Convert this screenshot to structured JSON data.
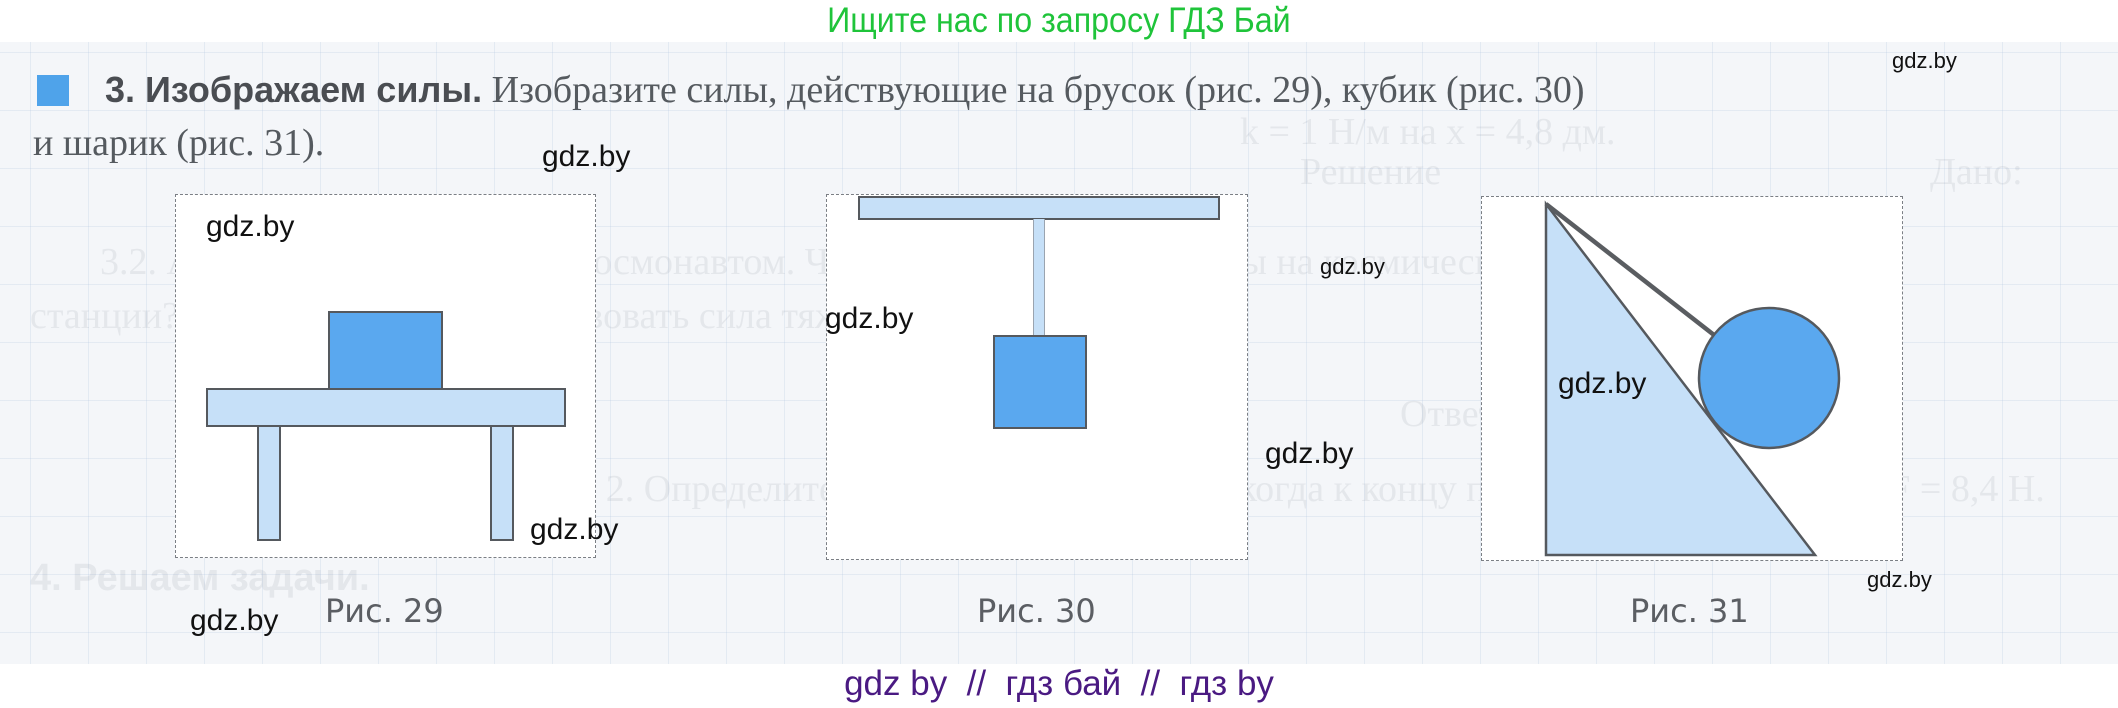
{
  "header": {
    "banner_text": "Ищите нас по запросу ГДЗ Бай",
    "banner_color": "#1fc43a"
  },
  "task": {
    "number_title": "3. Изображаем силы.",
    "text_line1": " Изобразите силы, действующие на брусок (рис. 29), кубик (рис. 30)",
    "text_line2": "и шарик (рис. 31).",
    "bullet_color": "#4fa3ea"
  },
  "figures": [
    {
      "id": "fig29",
      "caption": "Рис. 29",
      "description": "брусок на столе"
    },
    {
      "id": "fig30",
      "caption": "Рис. 30",
      "description": "кубик на подвесе"
    },
    {
      "id": "fig31",
      "caption": "Рис. 31",
      "description": "шарик на нити у наклонной плоскости"
    }
  ],
  "watermarks": {
    "text": "gdz.by"
  },
  "footer": {
    "text": "gdz by  //  гдз бай  //  гдз by",
    "color": "#4a1a82"
  },
  "colors": {
    "light_blue": "#c6e0f8",
    "object_blue": "#5aa8ef",
    "outline": "#55595e"
  }
}
